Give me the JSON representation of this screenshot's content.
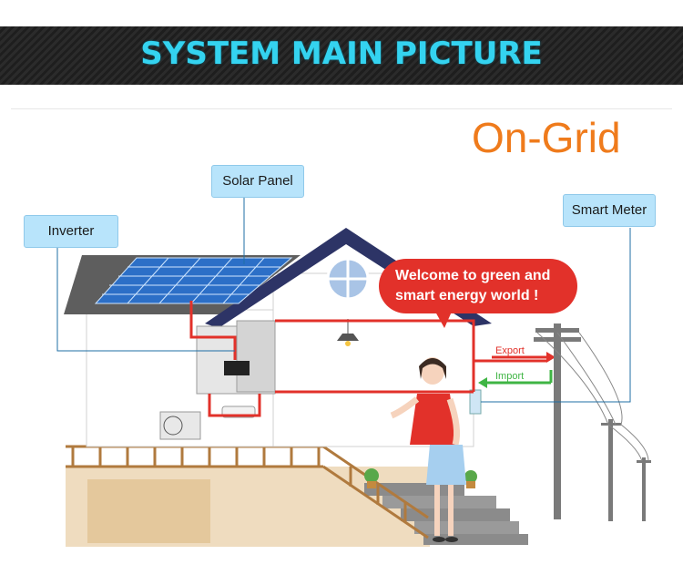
{
  "banner": {
    "title": "SYSTEM MAIN PICTURE"
  },
  "diagram": {
    "mode_title": "On-Grid",
    "labels": {
      "inverter": "Inverter",
      "solar_panel": "Solar Panel",
      "smart_meter": "Smart Meter"
    },
    "bubble": {
      "line1": "Welcome to green and",
      "line2": "smart energy world !"
    },
    "flow": {
      "export": "Export",
      "import": "Import"
    }
  },
  "colors": {
    "banner_text": "#34d3f0",
    "mode_title": "#ef7b1c",
    "label_bg": "#b8e4fb",
    "bubble_bg": "#e2312a",
    "power_line": "#e2312a",
    "import_line": "#3fb544"
  }
}
